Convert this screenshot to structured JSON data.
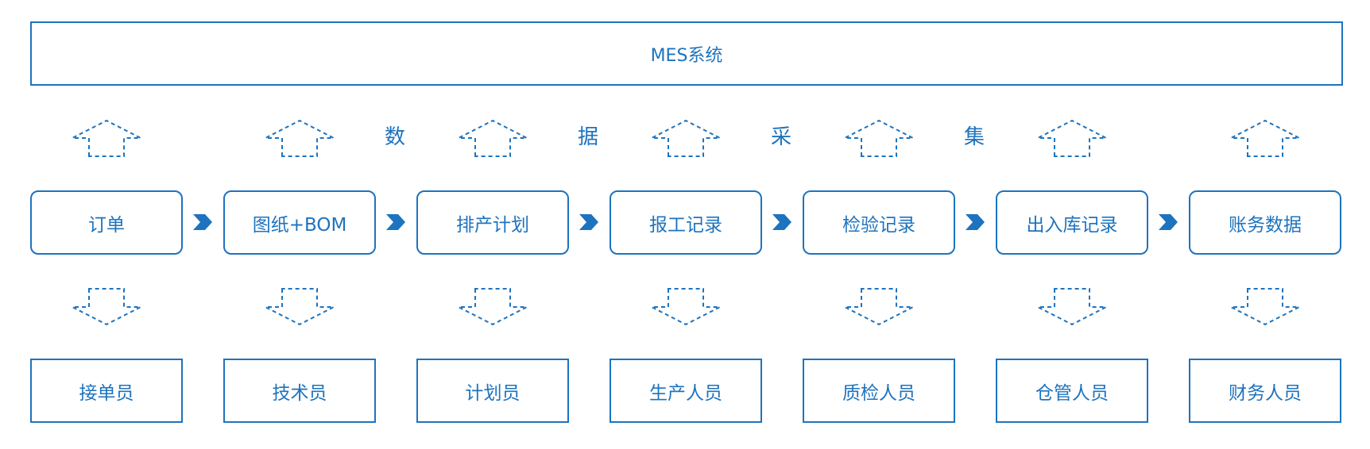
{
  "system": {
    "title": "MES系统"
  },
  "collect_label": [
    "数",
    "据",
    "采",
    "集"
  ],
  "stages": [
    "订单",
    "图纸+BOM",
    "排产计划",
    "报工记录",
    "检验记录",
    "出入库记录",
    "账务数据"
  ],
  "roles": [
    "接单员",
    "技术员",
    "计划员",
    "生产人员",
    "质检人员",
    "仓管人员",
    "财务人员"
  ],
  "colors": {
    "primary": "#1e73be",
    "background": "#ffffff"
  }
}
